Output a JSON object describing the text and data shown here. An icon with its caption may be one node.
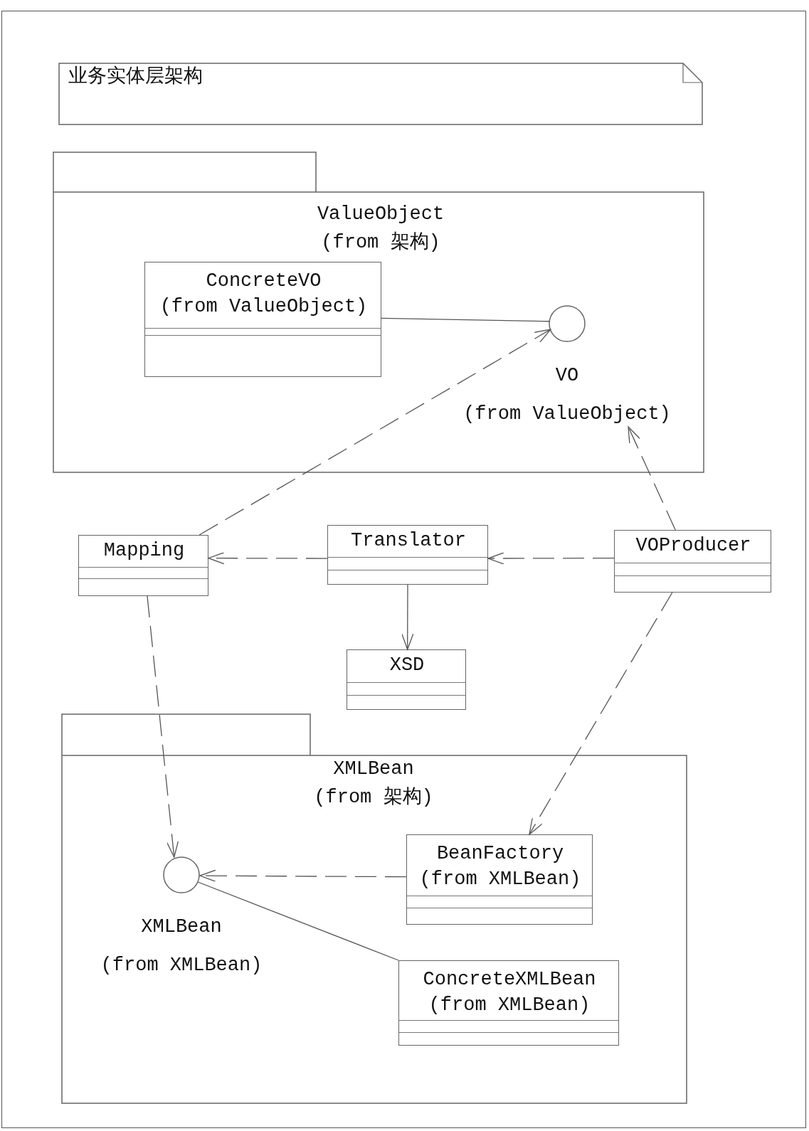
{
  "diagram": {
    "nodes": [
      {
        "text": [
          "业务实体层架构"
        ]
      },
      {
        "text": [
          "ValueObject",
          "(from 架构)"
        ]
      },
      {
        "text": [
          "ConcreteVO",
          "(from ValueObject)"
        ],
        "in": 1
      },
      {
        "text": [
          "VO",
          "(from ValueObject)"
        ],
        "in": 1
      },
      {
        "text": [
          "Mapping"
        ]
      },
      {
        "text": [
          "Translator"
        ]
      },
      {
        "text": [
          "VOProducer"
        ]
      },
      {
        "text": [
          "XSD"
        ]
      },
      {
        "text": [
          "XMLBean",
          "(from 架构)"
        ]
      },
      {
        "text": [
          "XMLBean",
          "(from XMLBean)"
        ],
        "in": 8
      },
      {
        "text": [
          "BeanFactory",
          "(from XMLBean)"
        ],
        "in": 8
      },
      {
        "text": [
          "ConcreteXMLBean",
          "(from XMLBean)"
        ],
        "in": 8
      }
    ],
    "edges": [
      {
        "from": 2,
        "to": 3,
        "arrow": "none"
      },
      {
        "from": 4,
        "to": 3,
        "arrow": "to",
        "style": "dashed"
      },
      {
        "from": 6,
        "to": 3,
        "arrow": "to",
        "style": "dashed"
      },
      {
        "from": 5,
        "to": 4,
        "arrow": "to",
        "style": "dashed"
      },
      {
        "from": 6,
        "to": 5,
        "arrow": "to",
        "style": "dashed"
      },
      {
        "from": 5,
        "to": 7,
        "arrow": "to"
      },
      {
        "from": 4,
        "to": 9,
        "arrow": "to",
        "style": "dashed"
      },
      {
        "from": 6,
        "to": 10,
        "arrow": "to",
        "style": "dashed"
      },
      {
        "from": 10,
        "to": 9,
        "arrow": "to",
        "style": "dashed"
      },
      {
        "from": 11,
        "to": 9,
        "arrow": "none"
      }
    ]
  }
}
